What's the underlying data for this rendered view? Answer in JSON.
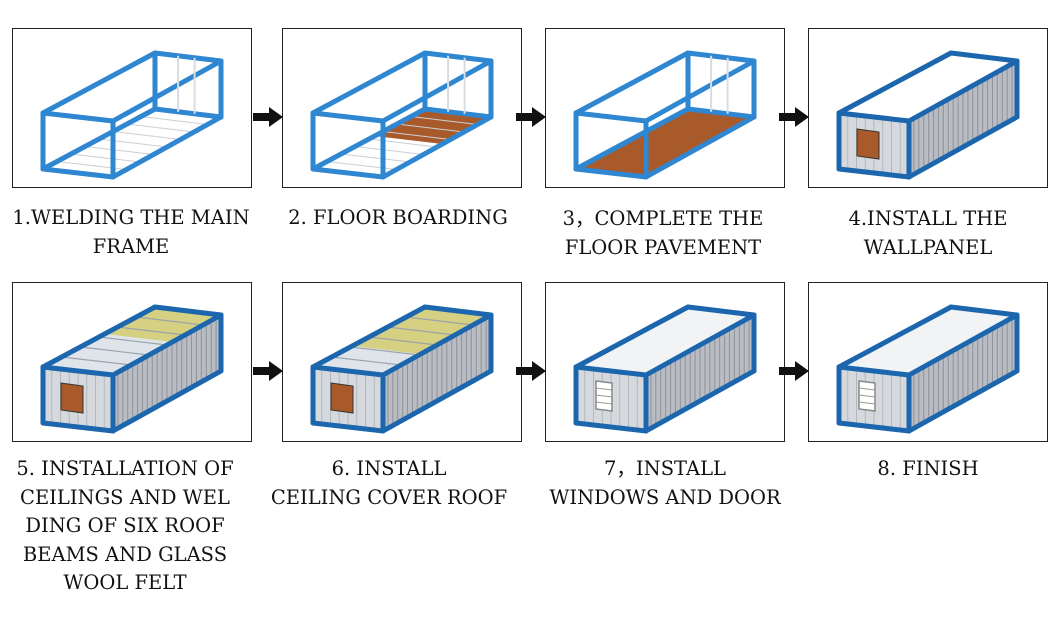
{
  "colors": {
    "frame": "#2f86d1",
    "frame_dark": "#1c66ad",
    "floor": "#a95a2b",
    "wall": "#b9bcc2",
    "roof": "#f1f3f5",
    "insulation": "#d6d083",
    "arrow": "#111111"
  },
  "steps": [
    {
      "label": "1.WELDING THE MAIN\nFRAME",
      "stage": 1
    },
    {
      "label": "2. FLOOR BOARDING",
      "stage": 2
    },
    {
      "label": "3，COMPLETE THE\nFLOOR PAVEMENT",
      "stage": 3
    },
    {
      "label": "4.INSTALL THE\nWALLPANEL",
      "stage": 4
    },
    {
      "label": "5. INSTALLATION OF\nCEILINGS AND WEL\nDING OF SIX ROOF\nBEAMS AND GLASS\nWOOL FELT",
      "stage": 5
    },
    {
      "label": "6. INSTALL\nCEILING COVER ROOF",
      "stage": 6
    },
    {
      "label": "7，INSTALL\nWINDOWS AND DOOR",
      "stage": 7
    },
    {
      "label": "8. FINISH",
      "stage": 8
    }
  ]
}
